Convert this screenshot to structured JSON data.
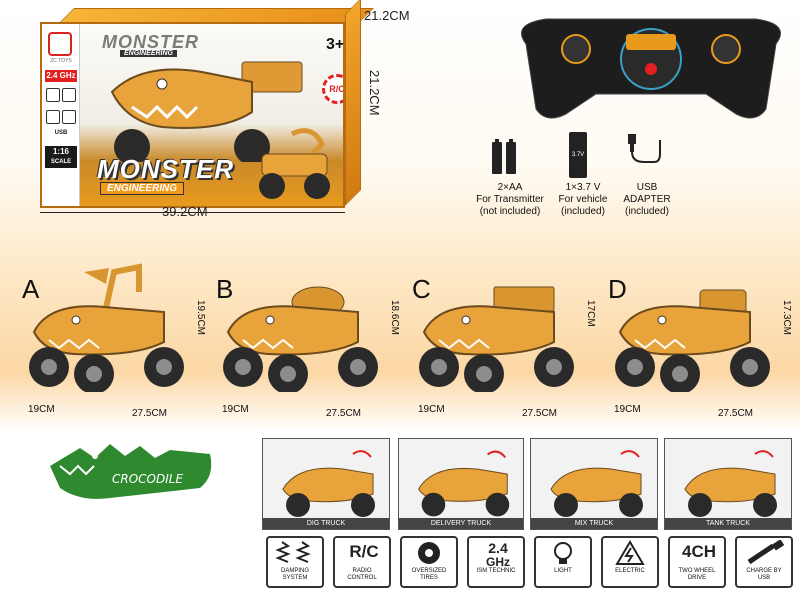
{
  "box": {
    "brand_sub": "ZC TOYS",
    "ghz": "2.4 GHz",
    "scale": "1:16",
    "scale_sub": "SCALE",
    "title_top": "MONSTER",
    "title_top_sub": "ENGINEERING",
    "title": "MONSTER",
    "title_sub": "ENGINEERING",
    "age": "3+",
    "rc": "R/C",
    "width_dim": "39.2CM",
    "height_dim": "21.2CM",
    "depth_dim": "21.2CM",
    "usb_badge": "USB"
  },
  "batteries": [
    {
      "icon": "aa-battery-icon",
      "line1": "2×AA",
      "line2": "For Transmitter",
      "line3": "(not included)"
    },
    {
      "icon": "lipo-battery-icon",
      "label": "3.7V",
      "line1": "1×3.7 V",
      "line2": "For vehicle",
      "line3": "(included)"
    },
    {
      "icon": "usb-adapter-icon",
      "line1": "USB",
      "line2": "ADAPTER",
      "line3": "(included)"
    }
  ],
  "variants": [
    {
      "letter": "A",
      "height": "19.5CM",
      "width": "19CM",
      "length": "27.5CM",
      "module": "excavator"
    },
    {
      "letter": "B",
      "height": "18.6CM",
      "width": "19CM",
      "length": "27.5CM",
      "module": "mixer"
    },
    {
      "letter": "C",
      "height": "17CM",
      "width": "19CM",
      "length": "27.5CM",
      "module": "dumper"
    },
    {
      "letter": "D",
      "height": "17.3CM",
      "width": "19CM",
      "length": "27.5CM",
      "module": "tank"
    }
  ],
  "crocodile_label": "CROCODILE",
  "panels": [
    {
      "label": "DIG TRUCK"
    },
    {
      "label": "DELIVERY TRUCK"
    },
    {
      "label": "MIX TRUCK"
    },
    {
      "label": "TANK TRUCK"
    }
  ],
  "features": [
    {
      "icon": "spring-icon",
      "big": "",
      "line1": "DAMPING",
      "line2": "SYSTEM"
    },
    {
      "icon": "",
      "big": "R/C",
      "line1": "RADIO",
      "line2": "CONTROL"
    },
    {
      "icon": "tire-icon",
      "big": "",
      "line1": "OVERSIZED",
      "line2": "TIRES"
    },
    {
      "icon": "",
      "big": "2.4",
      "big2": "GHz",
      "line1": "ISM TECHNIC",
      "line2": ""
    },
    {
      "icon": "bulb-icon",
      "big": "",
      "line1": "LIGHT",
      "line2": ""
    },
    {
      "icon": "lightning-icon",
      "big": "",
      "line1": "ELECTRIC",
      "line2": ""
    },
    {
      "icon": "",
      "big": "4CH",
      "line1": "TWO WHEEL",
      "line2": "DRIVE"
    },
    {
      "icon": "usb-plug-icon",
      "big": "",
      "line1": "CHARGE BY",
      "line2": "USB"
    }
  ],
  "colors": {
    "truck_orange": "#e8a33a",
    "truck_dark": "#6b4a1e",
    "tire": "#2a2a2a",
    "rim": "#8d8d8d",
    "croc_green": "#2f8a2f",
    "accent_red": "#e32020"
  }
}
